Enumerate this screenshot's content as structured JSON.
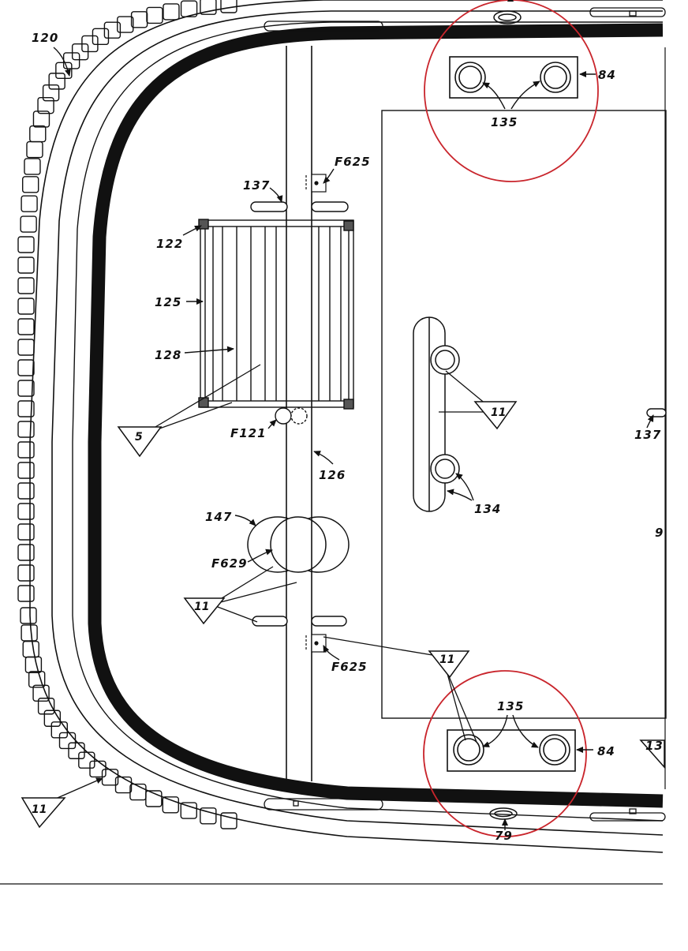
{
  "diagram": {
    "labels": {
      "l120": "120",
      "l84a": "84",
      "l135a": "135",
      "lF625a": "F625",
      "l137a": "137",
      "l122": "122",
      "l125": "125",
      "l128": "128",
      "lF121": "F121",
      "l126": "126",
      "l137b": "137",
      "l134": "134",
      "l9": "9",
      "l147": "147",
      "lF629": "F629",
      "lF625b": "F625",
      "l135b": "135",
      "l84b": "84",
      "l13": "13",
      "l79": "79"
    },
    "triangles": {
      "t5": "5",
      "t11_right": "11",
      "t11_mid": "11",
      "t11_bottom": "11",
      "t11_corner": "11"
    },
    "colors": {
      "ink": "#111111",
      "highlight_circle": "#c9252c"
    }
  }
}
